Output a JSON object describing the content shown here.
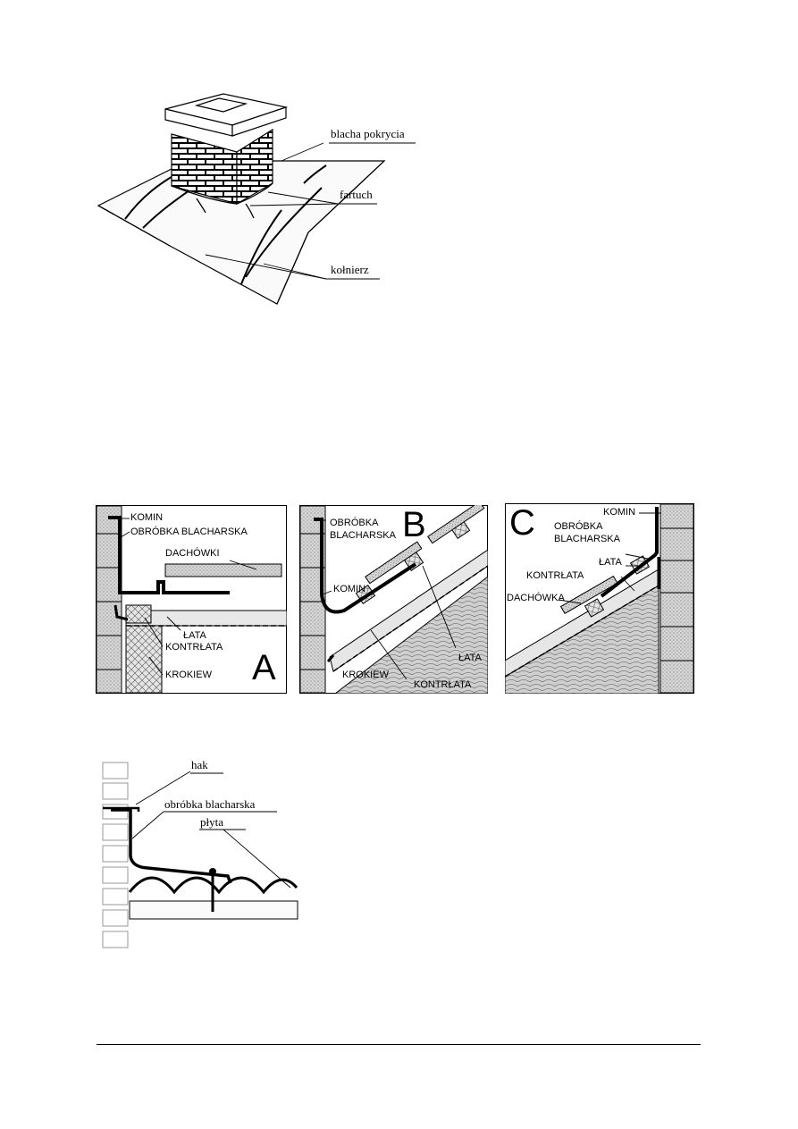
{
  "figure_chimney": {
    "labels": {
      "blacha": "blacha pokrycia",
      "fartuch": "fartuch",
      "kolnierz": "kołnierz"
    }
  },
  "figure_a": {
    "letter": "A",
    "labels": {
      "komin": "KOMIN",
      "obrobka": "OBRÓBKA BLACHARSKA",
      "dachowki": "DACHÓWKI",
      "lata": "ŁATA",
      "kontrlata": "KONTRŁATA",
      "krokiew": "KROKIEW"
    }
  },
  "figure_b": {
    "letter": "B",
    "labels": {
      "obrobka1": "OBRÓBKA",
      "obrobka2": "BLACHARSKA",
      "komin": "KOMIN",
      "lata": "ŁATA",
      "krokiew": "KROKIEW",
      "kontrlata": "KONTRŁATA"
    }
  },
  "figure_c": {
    "letter": "C",
    "labels": {
      "komin": "KOMIN",
      "obrobka1": "OBRÓBKA",
      "obrobka2": "BLACHARSKA",
      "lata": "ŁATA",
      "kontrlata": "KONTRŁATA",
      "dachowka": "DACHÓWKA"
    }
  },
  "figure_plate": {
    "labels": {
      "hak": "hak",
      "obrobka": "obróbka blacharska",
      "plyta": "płyta"
    }
  }
}
